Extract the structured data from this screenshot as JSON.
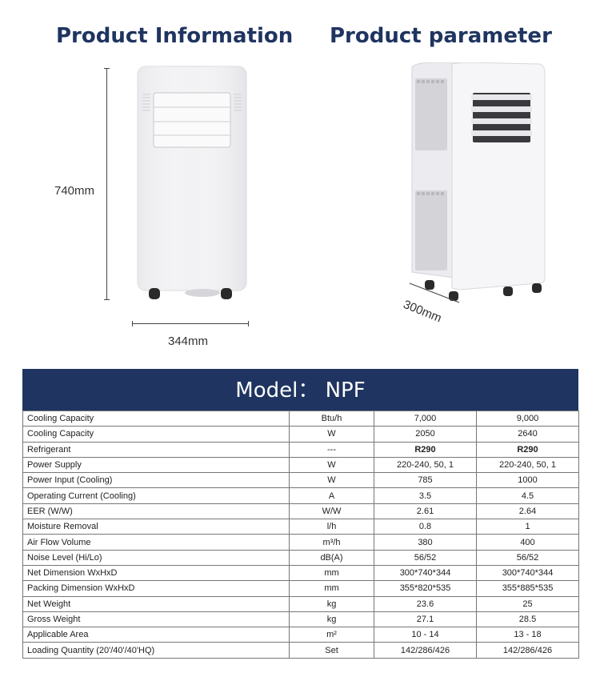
{
  "headings": {
    "left": "Product Information",
    "right": "Product parameter"
  },
  "dimensions": {
    "height": "740mm",
    "width": "344mm",
    "depth": "300mm"
  },
  "model_title": "Model： NPF",
  "spec_rows": [
    {
      "name": "Cooling Capacity",
      "unit": "Btu/h",
      "v1": "7,000",
      "v2": "9,000"
    },
    {
      "name": "Cooling Capacity",
      "unit": "W",
      "v1": "2050",
      "v2": "2640"
    },
    {
      "name": "Refrigerant",
      "unit": "---",
      "v1": "R290",
      "v2": "R290"
    },
    {
      "name": "Power Supply",
      "unit": "W",
      "v1": "220-240, 50, 1",
      "v2": "220-240, 50, 1"
    },
    {
      "name": "Power Input (Cooling)",
      "unit": "W",
      "v1": "785",
      "v2": "1000"
    },
    {
      "name": "Operating Current (Cooling)",
      "unit": "A",
      "v1": "3.5",
      "v2": "4.5"
    },
    {
      "name": "EER (W/W)",
      "unit": "W/W",
      "v1": "2.61",
      "v2": "2.64"
    },
    {
      "name": "Moisture Removal",
      "unit": "l/h",
      "v1": "0.8",
      "v2": "1"
    },
    {
      "name": "Air Flow Volume",
      "unit": "m³/h",
      "v1": "380",
      "v2": "400"
    },
    {
      "name": "Noise Level (Hi/Lo)",
      "unit": "dB(A)",
      "v1": "56/52",
      "v2": "56/52"
    },
    {
      "name": "Net Dimension WxHxD",
      "unit": "mm",
      "v1": "300*740*344",
      "v2": "300*740*344"
    },
    {
      "name": "Packing Dimension WxHxD",
      "unit": "mm",
      "v1": "355*820*535",
      "v2": "355*885*535"
    },
    {
      "name": "Net Weight",
      "unit": "kg",
      "v1": "23.6",
      "v2": "25"
    },
    {
      "name": "Gross Weight",
      "unit": "kg",
      "v1": "27.1",
      "v2": "28.5"
    },
    {
      "name": "Applicable Area",
      "unit": "m²",
      "v1": "10 - 14",
      "v2": "13 - 18"
    },
    {
      "name": "Loading Quantity (20'/40'/40'HQ)",
      "unit": "Set",
      "v1": "142/286/426",
      "v2": "142/286/426"
    }
  ],
  "colors": {
    "navy": "#1f3460",
    "unit_body": "#f1f1f3"
  }
}
